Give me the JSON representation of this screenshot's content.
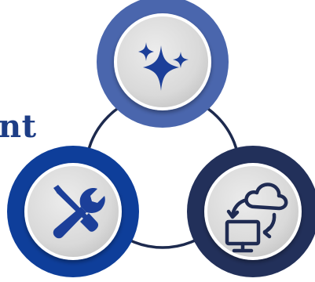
{
  "title_fragment": "nt",
  "colors": {
    "top_ring": "#4a66ad",
    "left_ring": "#0e3e9a",
    "right_ring": "#22305a",
    "connector": "#1d2a4e",
    "icon_blue": "#1c3f99",
    "icon_navy": "#1f2b52",
    "inner_fill": "#d6d6d6",
    "title": "#1d3d86"
  },
  "nodes": [
    {
      "name": "ai-sparkle-node",
      "icon": "sparkles-icon"
    },
    {
      "name": "tools-node",
      "icon": "wrench-screwdriver-icon"
    },
    {
      "name": "cloud-sync-node",
      "icon": "cloud-sync-computer-icon"
    }
  ]
}
